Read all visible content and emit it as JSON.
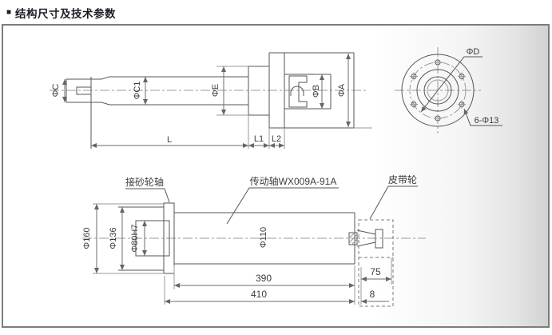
{
  "header": {
    "bullet": "■",
    "title": "结构尺寸及技术参数"
  },
  "side_view": {
    "dims": {
      "phi_c": "ΦC",
      "phi_c1": "ΦC1",
      "phi_e": "ΦE",
      "phi_b": "ΦB",
      "phi_a": "ΦA",
      "len_l": "L",
      "len_l1": "L1",
      "len_l2": "L2"
    }
  },
  "flange_view": {
    "dims": {
      "phi_d": "ΦD",
      "bolt_pattern": "6-Φ13"
    }
  },
  "drive_view": {
    "callouts": {
      "grinding_wheel_shaft": "接砂轮轴",
      "drive_shaft": "传动轴WX009A-91A",
      "belt_pulley": "皮带轮"
    },
    "dims": {
      "phi_160": "Φ160",
      "phi_136": "Φ136",
      "phi_80h7": "Φ80H7",
      "phi_110": "Φ110",
      "len_390": "390",
      "len_410": "410",
      "len_75": "75",
      "len_8": "8"
    }
  },
  "colors": {
    "panel_border": "#7d7d7d",
    "drawing_line": "#565656",
    "dimension_line": "#6e6e6e",
    "text": "#3c3c3c",
    "title": "#1c1c24"
  }
}
